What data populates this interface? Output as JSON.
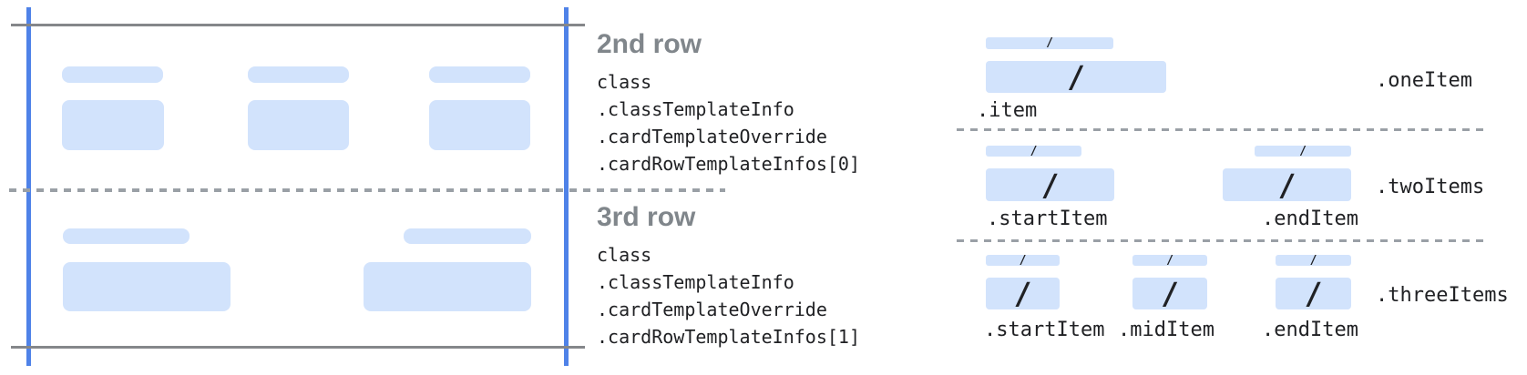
{
  "colors": {
    "accent_blue": "#4f82e8",
    "bar_fill": "#d2e3fc",
    "dash_gray": "#9aa0a6",
    "heading_gray": "#80868b",
    "ink": "#202124",
    "line_gray": "#85878a"
  },
  "middle": {
    "row2": {
      "title": "2nd row",
      "lines": [
        "class",
        ".classTemplateInfo",
        ".cardTemplateOverride",
        ".cardRowTemplateInfos[0]"
      ]
    },
    "row3": {
      "title": "3rd row",
      "lines": [
        "class",
        ".classTemplateInfo",
        ".cardTemplateOverride",
        ".cardRowTemplateInfos[1]"
      ]
    }
  },
  "right": {
    "slash": "/",
    "sections": [
      {
        "name": ".oneItem",
        "items": [
          {
            "label": ".item"
          }
        ]
      },
      {
        "name": ".twoItems",
        "items": [
          {
            "label": ".startItem"
          },
          {
            "label": ".endItem"
          }
        ]
      },
      {
        "name": ".threeItems",
        "items": [
          {
            "label": ".startItem"
          },
          {
            "label": ".midItem"
          },
          {
            "label": ".endItem"
          }
        ]
      }
    ]
  }
}
